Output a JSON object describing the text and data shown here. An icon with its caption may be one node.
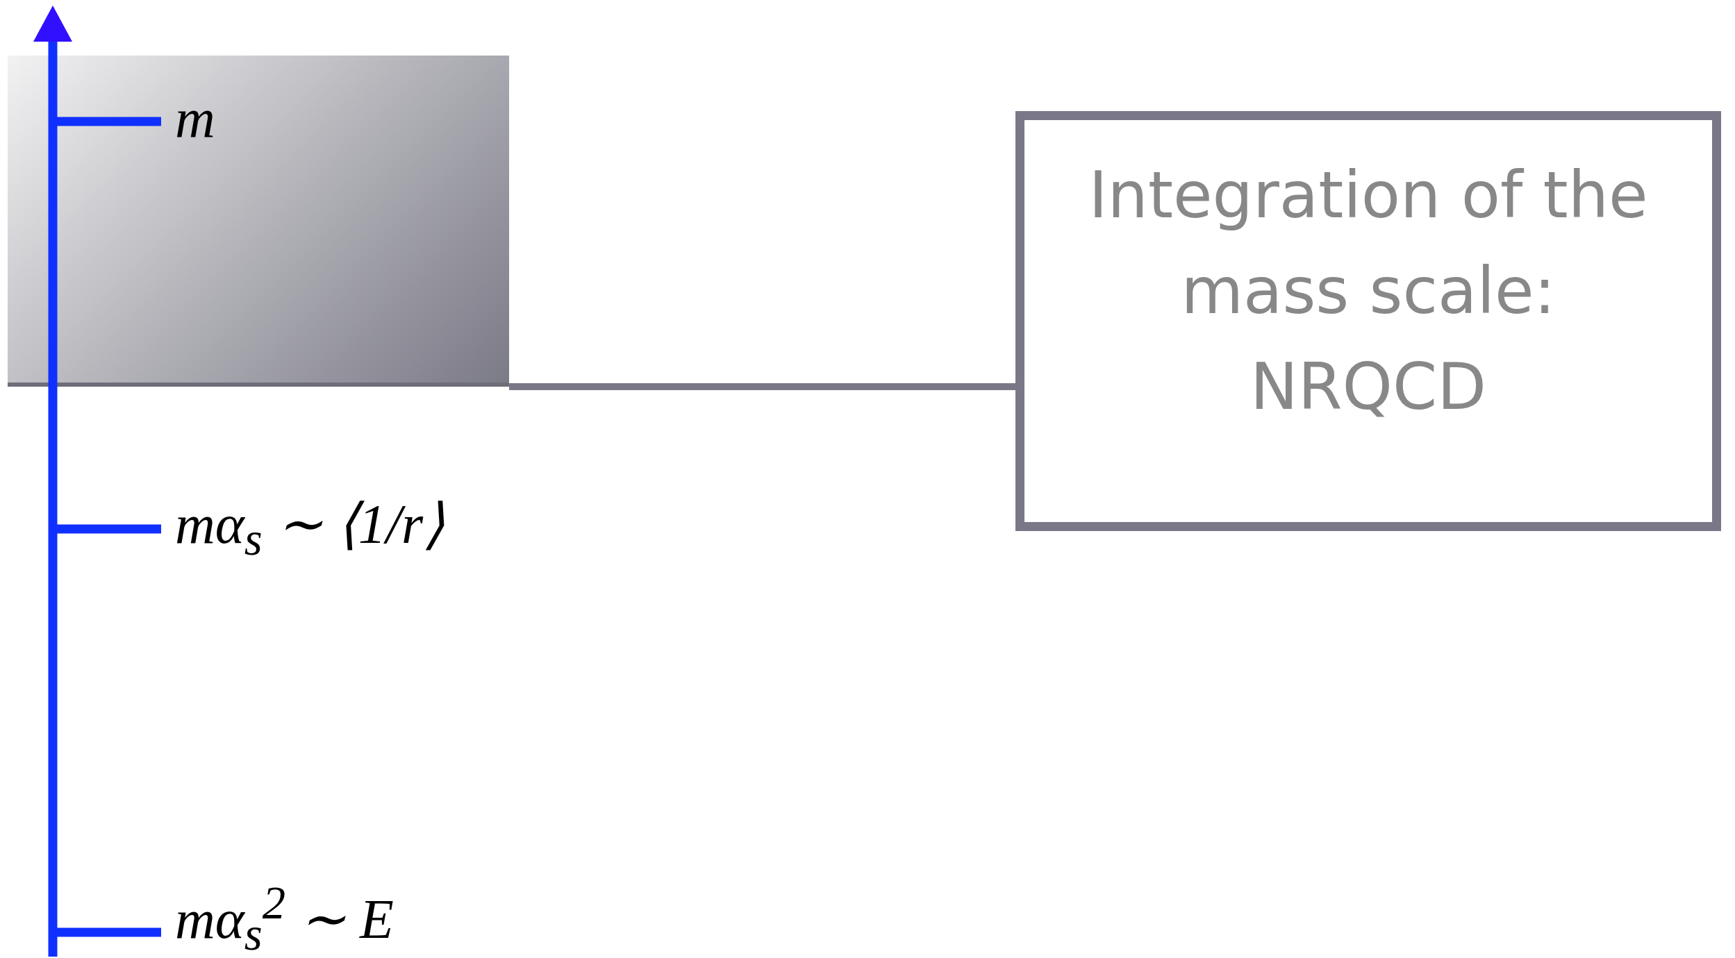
{
  "diagram": {
    "nodes": [
      {
        "text": [
          "Integration of the mass scale: NRQCD"
        ]
      },
      {
        "text": [],
        "shape": "box"
      }
    ],
    "edges": [
      {
        "from": 0,
        "to": 1,
        "arrow": "none"
      }
    ],
    "labels": [
      "m",
      "mα$_{s}$ ∼ ⟨1/r⟩",
      "mα$_{s}$$^{2}$ ∼ E"
    ]
  }
}
